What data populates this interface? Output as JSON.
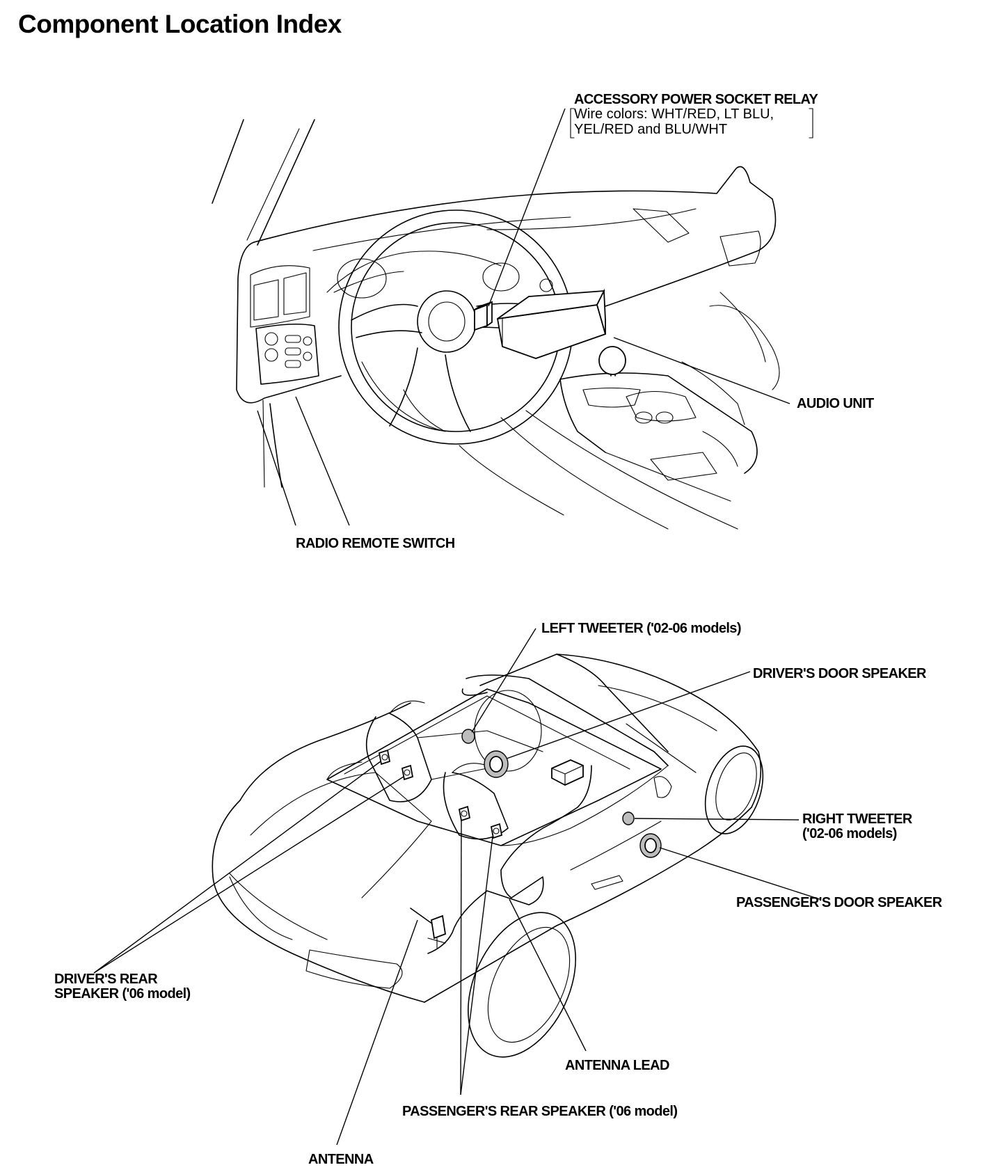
{
  "title": "Component Location Index",
  "labels": {
    "accessory_relay": "ACCESSORY POWER SOCKET RELAY",
    "accessory_relay_note_1": "Wire colors: WHT/RED, LT BLU,",
    "accessory_relay_note_2": "YEL/RED and BLU/WHT",
    "audio_unit": "AUDIO UNIT",
    "radio_remote_switch": "RADIO REMOTE SWITCH",
    "left_tweeter": "LEFT TWEETER ('02-06 models)",
    "drivers_door_speaker": "DRIVER'S DOOR SPEAKER",
    "right_tweeter_1": "RIGHT TWEETER",
    "right_tweeter_2": "('02-06 models)",
    "passengers_door_speaker": "PASSENGER'S DOOR SPEAKER",
    "drivers_rear_speaker_1": "DRIVER'S REAR",
    "drivers_rear_speaker_2": "SPEAKER ('06 model)",
    "antenna_lead": "ANTENNA LEAD",
    "passengers_rear_speaker": "PASSENGER'S REAR SPEAKER ('06 model)",
    "antenna": "ANTENNA"
  }
}
